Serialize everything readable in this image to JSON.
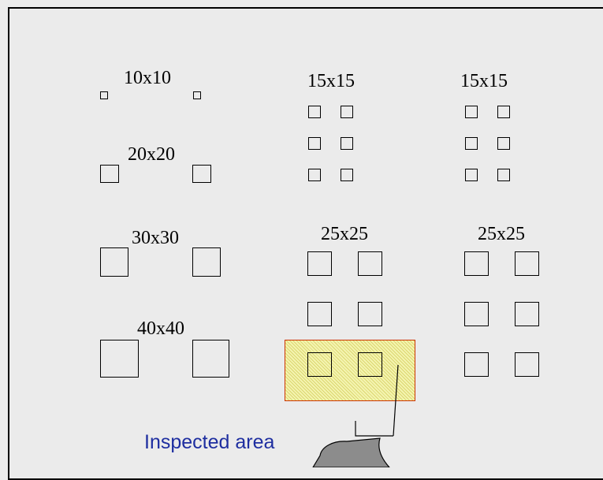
{
  "labels": {
    "g10": "10x10",
    "g20": "20x20",
    "g30": "30x30",
    "g40": "40x40",
    "g15a": "15x15",
    "g15b": "15x15",
    "g25a": "25x25",
    "g25b": "25x25"
  },
  "highlight": {
    "label": "Inspected area",
    "label_color": "#1e2ea0",
    "fill_color": "#f4f4b0",
    "border_color": "#cc3300"
  }
}
